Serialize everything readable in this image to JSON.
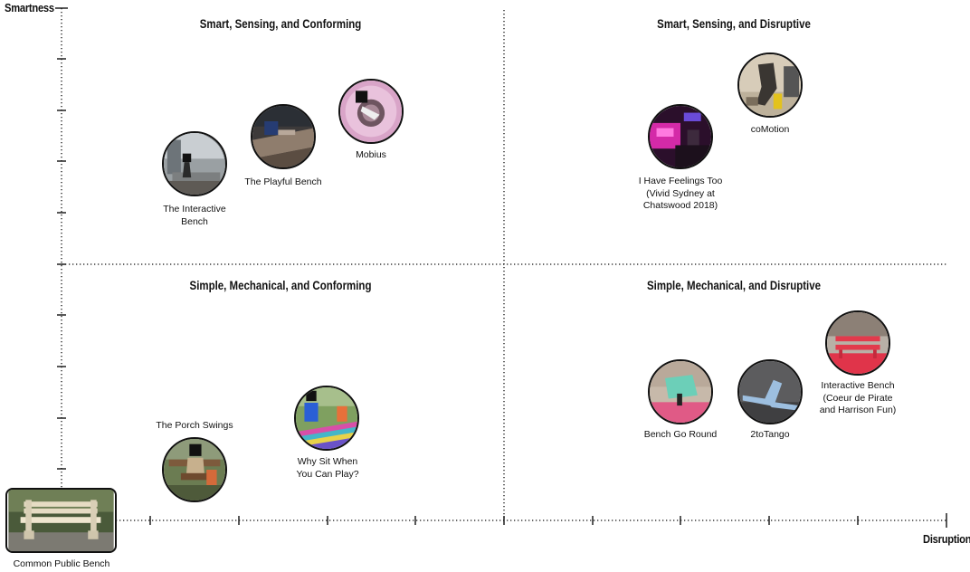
{
  "axes": {
    "y_label": "Smartness",
    "x_label": "Disruption"
  },
  "quadrants": {
    "top_left": "Smart, Sensing, and Conforming",
    "top_right": "Smart, Sensing, and Disruptive",
    "bottom_left": "Simple, Mechanical, and Conforming",
    "bottom_right": "Simple, Mechanical, and Disruptive"
  },
  "items": {
    "interactive_bench": "The Interactive\nBench",
    "playful_bench": "The Playful Bench",
    "mobius": "Mobius",
    "i_have_feelings": "I Have Feelings Too\n(Vivid Sydney at\nChatswood 2018)",
    "comotion": "coMotion",
    "porch_swings": "The Porch Swings",
    "why_sit": "Why Sit When\nYou Can Play?",
    "bench_go_round": "Bench Go Round",
    "two_to_tango": "2toTango",
    "interactive_bench_coeur": "Interactive Bench\n(Coeur de Pirate\nand Harrison Fun)",
    "common_bench": "Common Public Bench"
  }
}
